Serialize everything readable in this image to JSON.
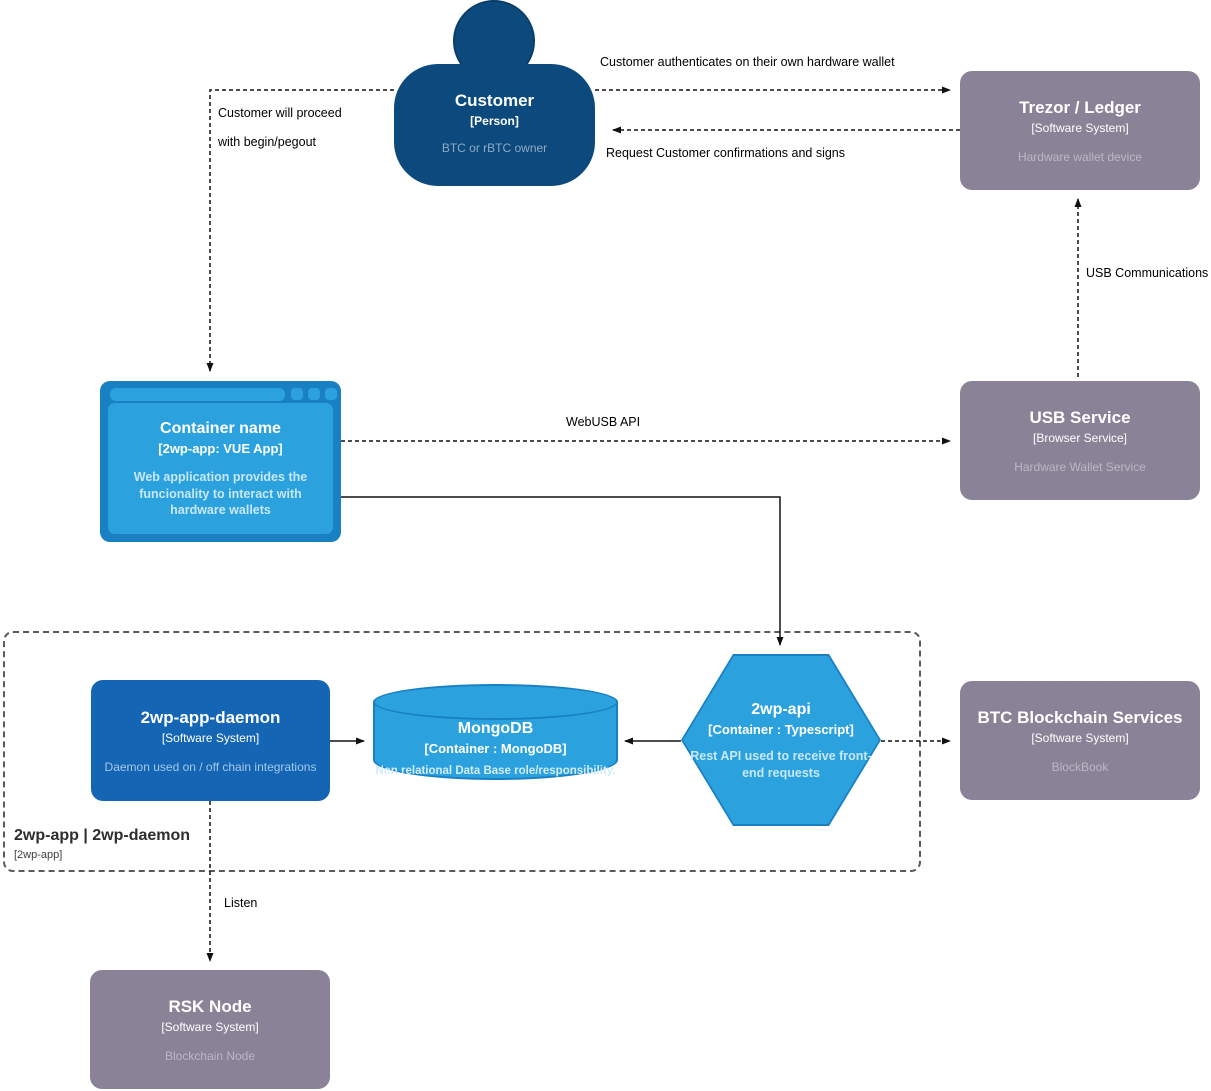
{
  "nodes": {
    "customer": {
      "title": "Customer",
      "meta": "[Person]",
      "desc": "BTC or rBTC owner"
    },
    "trezor": {
      "title": "Trezor / Ledger",
      "meta": "[Software System]",
      "desc": "Hardware wallet device"
    },
    "webapp": {
      "title": "Container name",
      "meta": "[2wp-app: VUE App]",
      "desc": "Web application provides the funcionality to interact with hardware wallets"
    },
    "usb": {
      "title": "USB Service",
      "meta": "[Browser Service]",
      "desc": "Hardware Wallet Service"
    },
    "daemon": {
      "title": "2wp-app-daemon",
      "meta": "[Software System]",
      "desc": "Daemon used on / off chain integrations"
    },
    "mongo": {
      "title": "MongoDB",
      "meta": "[Container : MongoDB]",
      "desc": "Non relational Data Base role/responsibility."
    },
    "api": {
      "title": "2wp-api",
      "meta": "[Container : Typescript]",
      "desc": "Rest API used to receive front-end requests"
    },
    "btc": {
      "title": "BTC Blockchain Services",
      "meta": "[Software System]",
      "desc": "BlockBook"
    },
    "rsk": {
      "title": "RSK Node",
      "meta": "[Software System]",
      "desc": "Blockchain Node"
    }
  },
  "boundary": {
    "title": "2wp-app | 2wp-daemon",
    "meta": "[2wp-app]"
  },
  "edges": {
    "auth": "Customer authenticates on their own hardware wallet",
    "confirm": "Request Customer confirmations and signs",
    "proceed1": "Customer will proceed",
    "proceed2": "with begin/pegout",
    "usb_comm": "USB Communications",
    "webusb": "WebUSB API",
    "listen": "Listen"
  },
  "colors": {
    "person-fill": "#0c4a7d",
    "system-fill": "#8a8296",
    "daemon-fill": "#1465b4",
    "light-blue": "#2ba2de",
    "frame-blue": "#1a80c4",
    "edge": "#111111"
  }
}
